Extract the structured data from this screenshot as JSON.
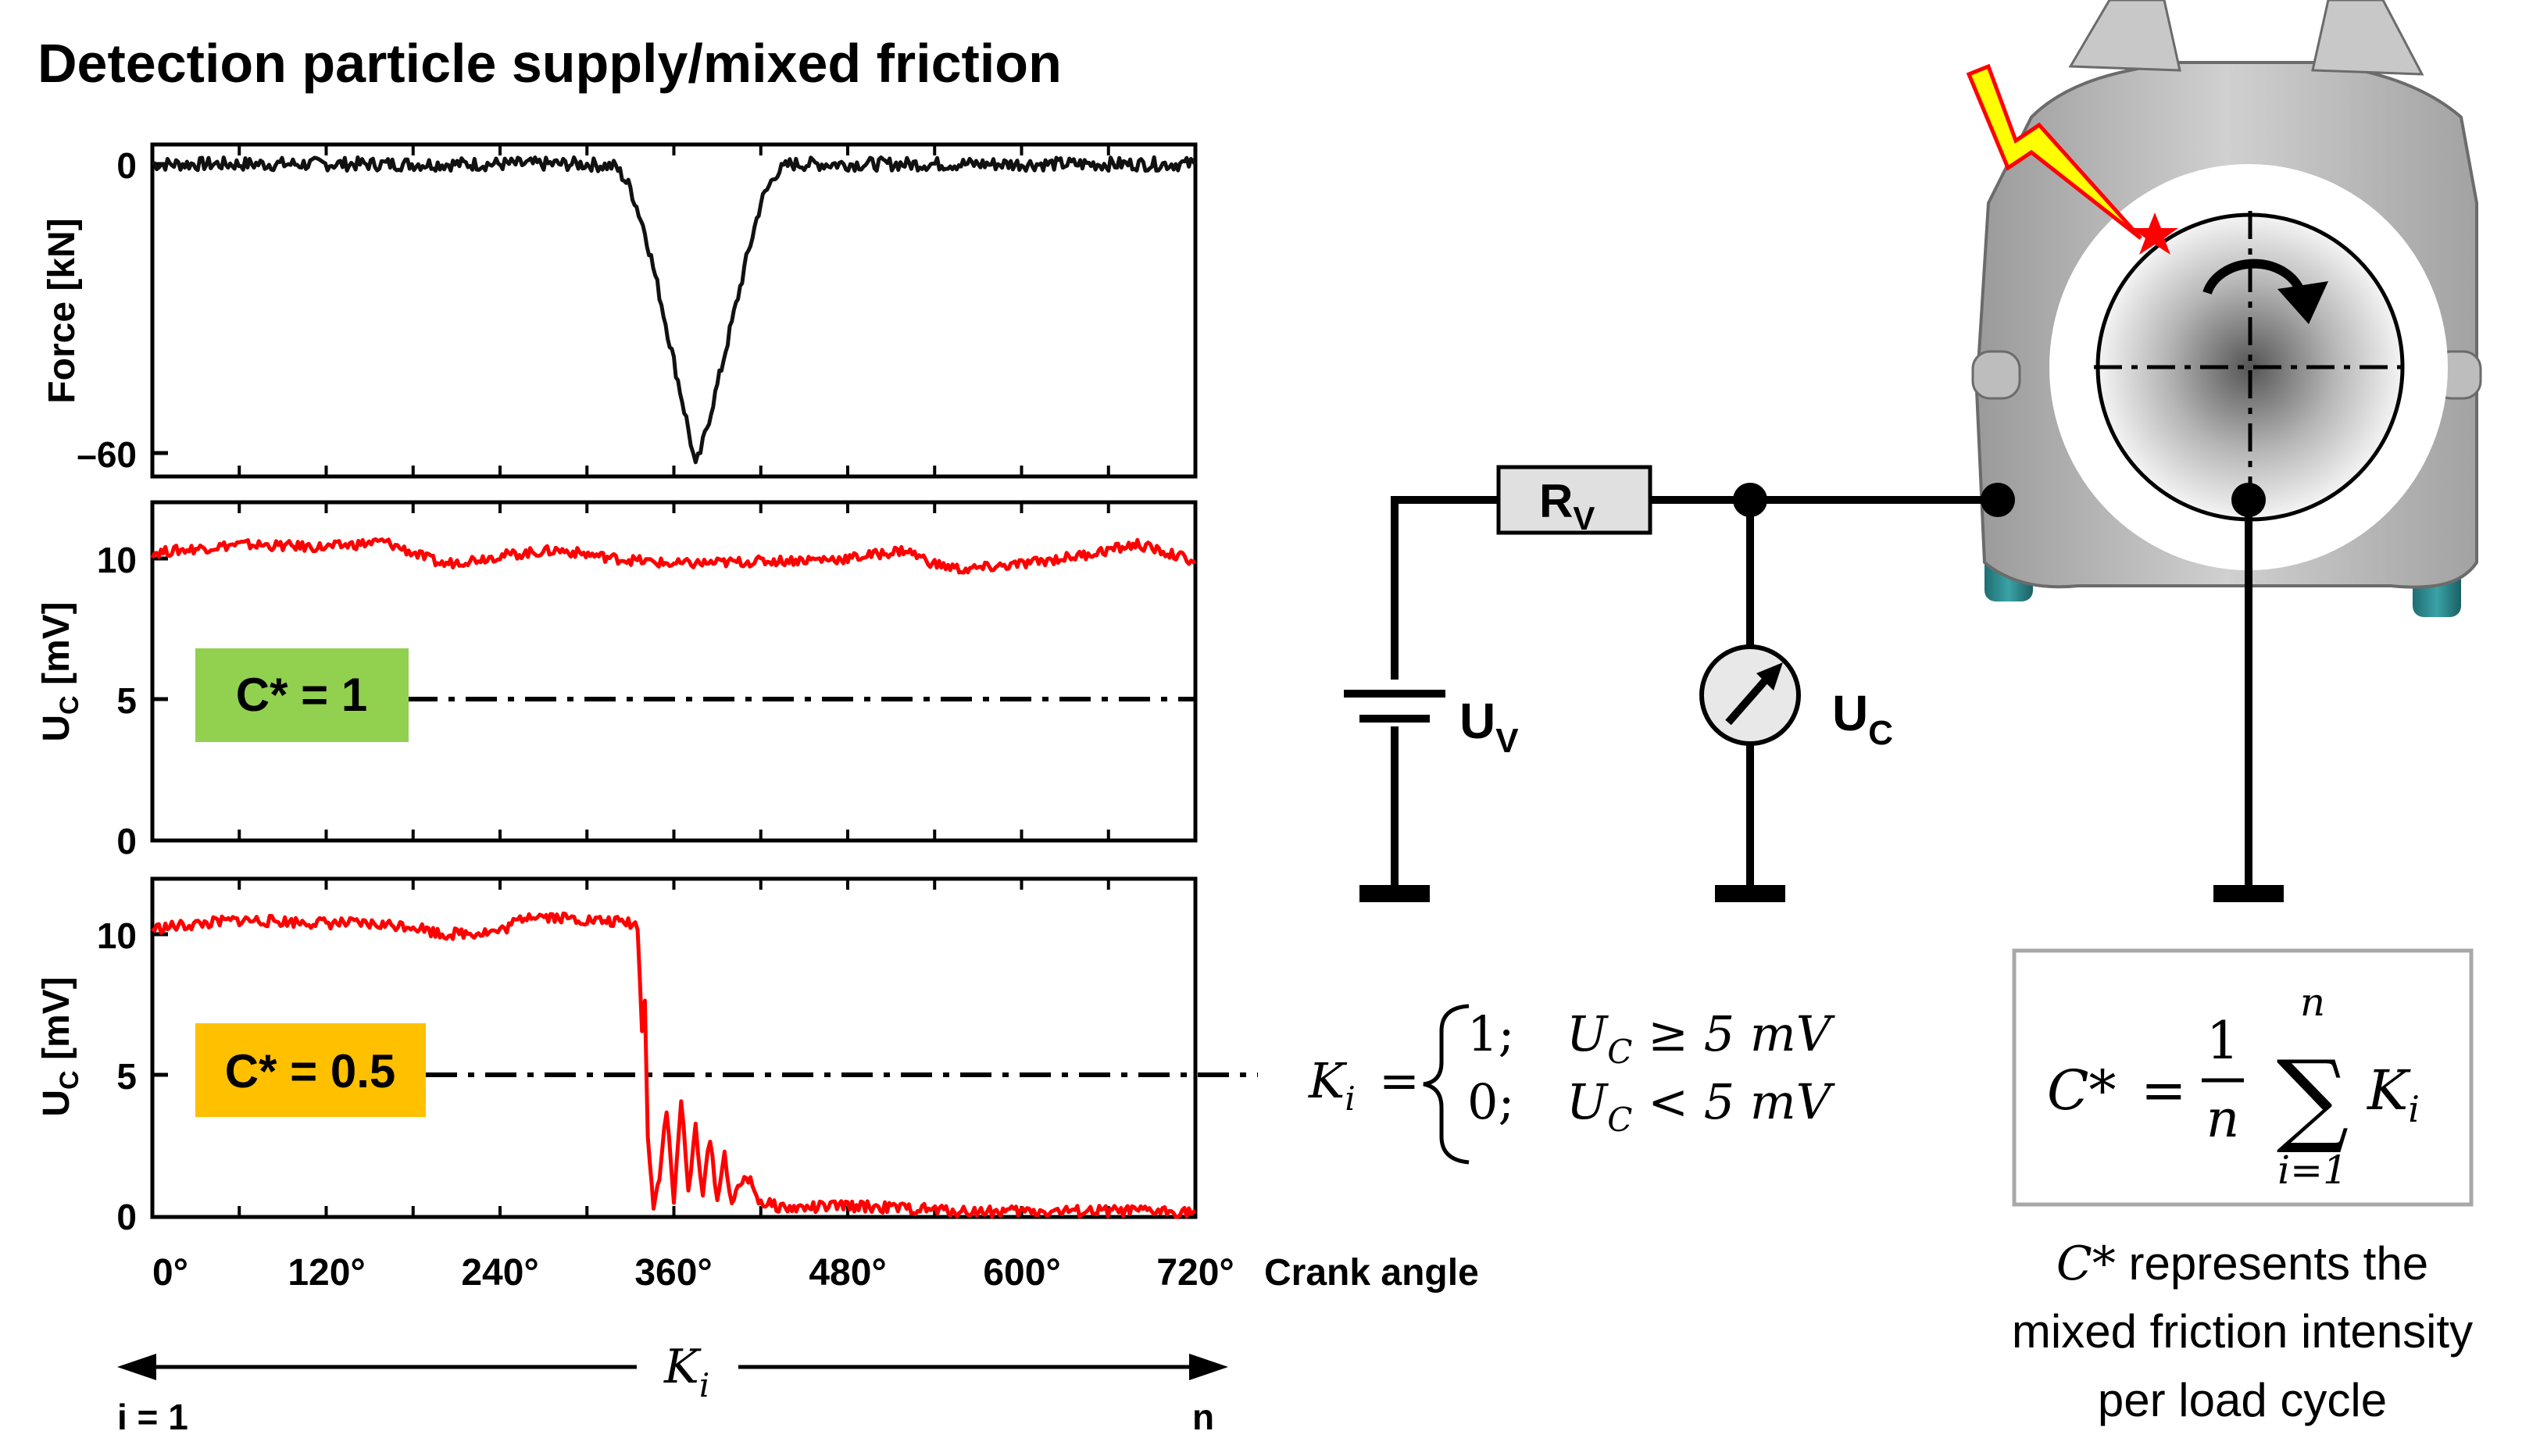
{
  "title": "Detection particle supply/mixed friction",
  "colors": {
    "signal": "#ff0000",
    "force": "#111111",
    "badge_c1": "#92d050",
    "badge_c05": "#ffc000",
    "resistor_fill": "#e0e0e0"
  },
  "panels": {
    "force": {
      "ylabel": "Force [kN]",
      "ticks": [
        "0",
        "–60"
      ],
      "ylim": [
        -63,
        3
      ]
    },
    "uc1": {
      "ylabel_main": "U",
      "ylabel_sub": "C",
      "ylabel_unit": " [mV]",
      "ticks": [
        "10",
        "5",
        "0"
      ],
      "badge": "C* = 1",
      "ylim": [
        0,
        12
      ]
    },
    "uc2": {
      "ylabel_main": "U",
      "ylabel_sub": "C",
      "ylabel_unit": " [mV]",
      "ticks": [
        "10",
        "5",
        "0"
      ],
      "badge": "C* = 0.5",
      "ylim": [
        0,
        12
      ]
    }
  },
  "xaxis": {
    "ticks": [
      "0°",
      "120°",
      "240°",
      "360°",
      "480°",
      "600°",
      "720°"
    ],
    "label": "Crank angle"
  },
  "chart_data": [
    {
      "type": "line",
      "ylabel": "Force [kN]",
      "xlabel": "Crank angle",
      "x": [
        0,
        100,
        200,
        300,
        320,
        330,
        340,
        350,
        360,
        370,
        375,
        380,
        390,
        400,
        410,
        420,
        430,
        440,
        450,
        500,
        600,
        720
      ],
      "series": [
        {
          "values": [
            0,
            0,
            0,
            0,
            -0.5,
            -5,
            -14,
            -27,
            -41,
            -55,
            -63,
            -58,
            -46,
            -33,
            -20,
            -8,
            -2,
            0,
            0,
            0,
            0,
            0
          ]
        }
      ],
      "xlim": [
        0,
        720
      ],
      "ylim": [
        -63,
        3
      ]
    },
    {
      "type": "line",
      "ylabel": "UC [mV]",
      "x": [
        0,
        60,
        120,
        160,
        180,
        200,
        240,
        280,
        320,
        360,
        420,
        480,
        520,
        540,
        560,
        600,
        640,
        680,
        720
      ],
      "series": [
        {
          "values": [
            10.2,
            10.5,
            10.4,
            10.6,
            10.2,
            9.8,
            10.1,
            10.3,
            10.0,
            9.8,
            9.9,
            10.0,
            10.3,
            9.8,
            9.6,
            9.8,
            10.1,
            10.5,
            9.9
          ]
        }
      ],
      "threshold": 5,
      "xlim": [
        0,
        720
      ],
      "ylim": [
        0,
        12
      ]
    },
    {
      "type": "line",
      "ylabel": "UC [mV]",
      "xlabel": "Crank angle",
      "x": [
        0,
        60,
        120,
        180,
        200,
        240,
        260,
        300,
        330,
        335,
        338,
        340,
        342,
        346,
        350,
        355,
        360,
        365,
        370,
        375,
        380,
        385,
        390,
        395,
        400,
        410,
        420,
        440,
        480,
        560,
        640,
        720
      ],
      "series": [
        {
          "values": [
            10.2,
            10.5,
            10.4,
            10.3,
            10.0,
            10.1,
            10.7,
            10.5,
            10.4,
            10.3,
            6.5,
            7.8,
            3.0,
            0.3,
            1.5,
            3.8,
            0.5,
            4.2,
            0.8,
            3.2,
            0.8,
            2.8,
            0.6,
            2.2,
            0.5,
            1.5,
            0.5,
            0.3,
            0.4,
            0.2,
            0.2,
            0.2
          ]
        }
      ],
      "threshold": 5,
      "xlim": [
        0,
        720
      ],
      "ylim": [
        0,
        12
      ]
    }
  ],
  "bottom_axis": {
    "left": "i = 1",
    "right": "n",
    "center_label": "K",
    "center_sub": "i"
  },
  "circuit": {
    "resistor": {
      "main": "R",
      "sub": "V"
    },
    "source": {
      "main": "U",
      "sub": "V"
    },
    "meter": {
      "main": "U",
      "sub": "C"
    }
  },
  "formula_k": {
    "lhs_main": "K",
    "lhs_sub": "i",
    "eq": "=",
    "row1_val": "1;",
    "row1_cond_main": "U",
    "row1_cond_sub": "C",
    "row1_cond_rest": " ≥ 5 mV",
    "row2_val": "0;",
    "row2_cond_main": "U",
    "row2_cond_sub": "C",
    "row2_cond_rest": " < 5 mV"
  },
  "formula_c": {
    "lhs": "C*",
    "eq": "=",
    "num": "1",
    "den": "n",
    "sigma": "∑",
    "upper": "n",
    "lower": "i=1",
    "term_main": "K",
    "term_sub": "i"
  },
  "caption": {
    "symbol": "C*",
    "line1": " represents the",
    "line2": "mixed friction intensity",
    "line3": "per load cycle"
  }
}
